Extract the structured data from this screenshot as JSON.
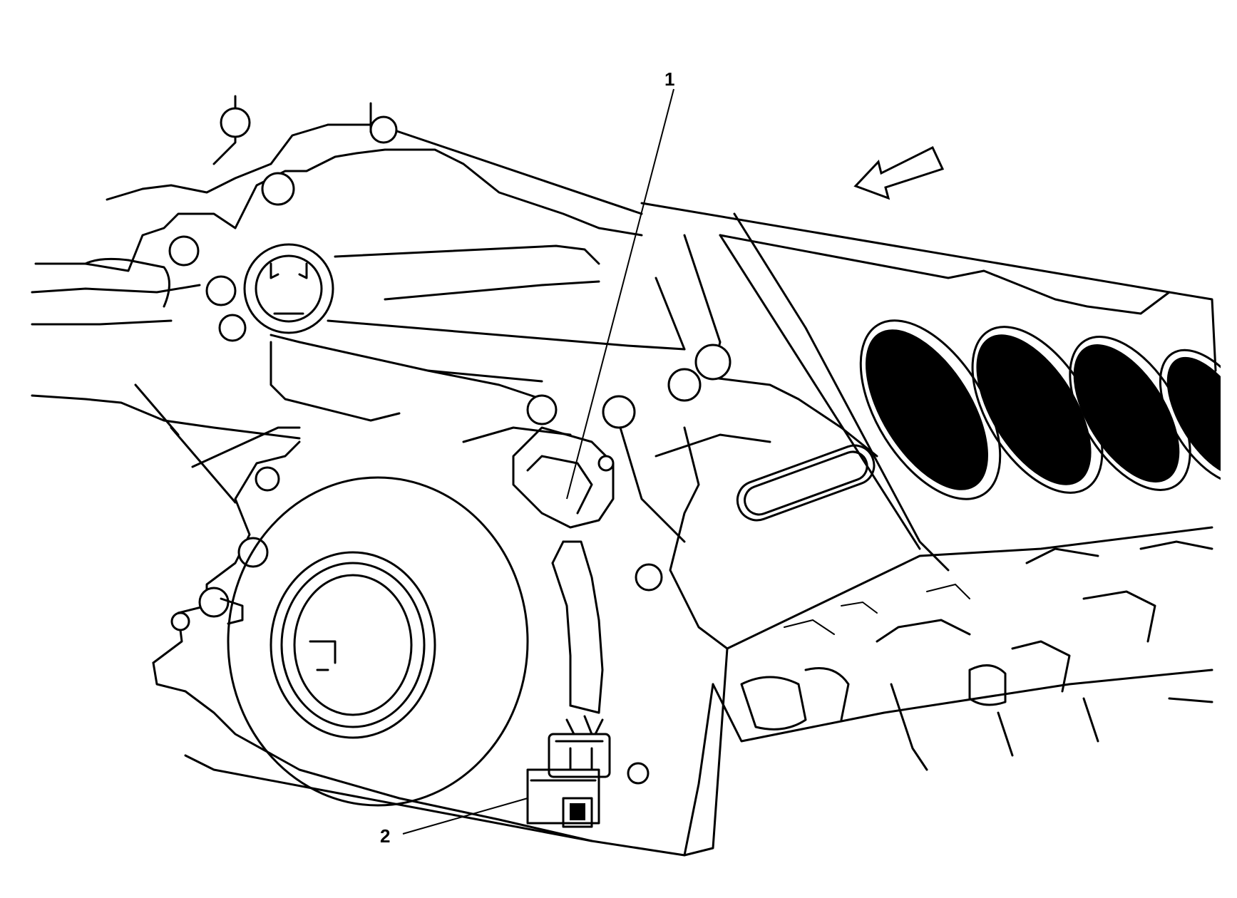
{
  "diagram": {
    "callouts": [
      {
        "id": "1",
        "label": "1"
      },
      {
        "id": "2",
        "label": "2"
      }
    ],
    "direction_arrow": "view-direction-arrow-icon"
  },
  "colors": {
    "line": "#000000",
    "background": "#ffffff"
  }
}
